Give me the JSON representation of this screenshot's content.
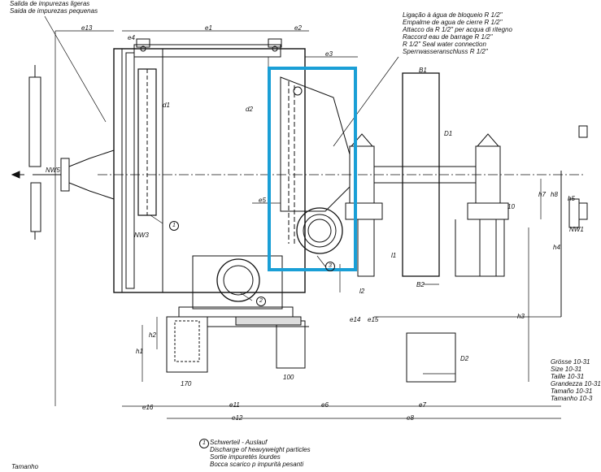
{
  "top_notes": [
    "Salida de impurezas ligeras",
    "Saida de impurezas pequenas"
  ],
  "seal_water": [
    "Ligação à água de bloqueio R 1/2\"",
    "Empalme de agua de cierre R 1/2\"",
    "Attacco da R 1/2\" per acqua di ritegno",
    "Raccord eau de barrage R 1/2\"",
    "R 1/2\" Seal water connection",
    "Sperrwasseranschluss R 1/2\""
  ],
  "dimensions": {
    "e13": "e13",
    "e4": "e4",
    "e1": "e1",
    "e2": "e2",
    "e3": "e3",
    "e5": "e5",
    "e6": "e6",
    "e7": "e7",
    "e8": "e8",
    "e11": "e11",
    "e12": "e12",
    "e14": "e14",
    "e15": "e15",
    "e16": "e16",
    "B1": "B1",
    "B2": "B2",
    "D1": "D1",
    "D2": "D2",
    "d1": "d1",
    "d2": "d2",
    "l1": "l1",
    "l2": "l2",
    "h1": "h1",
    "h2": "h2",
    "h3": "h3",
    "h4": "h4",
    "h5": "h5",
    "h7": "h7",
    "h8": "h8",
    "NW3": "NW3",
    "NW1": "NW1",
    "NW5": "NW5",
    "n10": "10",
    "n170": "170",
    "n100": "100"
  },
  "markers": [
    "1",
    "2",
    "3"
  ],
  "size_table": [
    "Grösse 10-31",
    "Size 10-31",
    "Taille 10-31",
    "Grandezza 10-31",
    "Tamaño 10-31",
    "Tamanho 10-3"
  ],
  "legend": {
    "marker": "1",
    "lines": [
      "Schwerteil - Auslauf",
      "Discharge of heavyweight particles",
      "Sortie impuretés lourdes",
      "Bocca scarico p impurità pesanti"
    ]
  },
  "corner_label": "Tamanho",
  "colors": {
    "line": "#111111",
    "highlight": "#1a9fd6"
  }
}
